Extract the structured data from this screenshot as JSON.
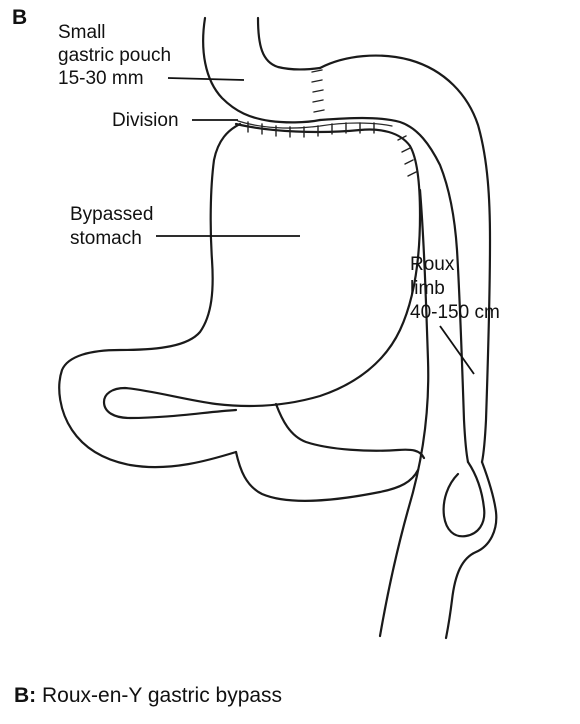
{
  "panel_letter": "B",
  "labels": {
    "pouch_line1": "Small",
    "pouch_line2": "gastric pouch",
    "pouch_line3": "15-30 mm",
    "division": "Division",
    "bypassed_line1": "Bypassed",
    "bypassed_line2": "stomach",
    "roux_line1": "Roux",
    "roux_line2": "limb",
    "roux_line3": "40-150 cm"
  },
  "caption": {
    "prefix": "B:",
    "text": " Roux-en-Y gastric bypass"
  }
}
